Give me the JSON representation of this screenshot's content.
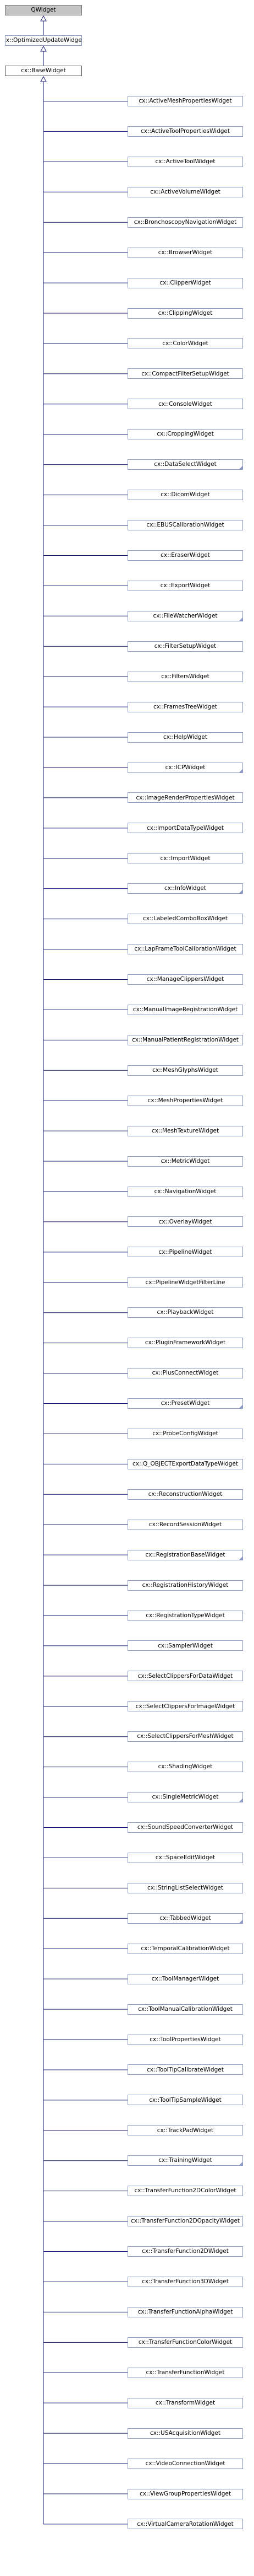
{
  "diagram": {
    "root": {
      "label": "QWidget"
    },
    "middle": {
      "label": "cx::OptimizedUpdateWidget"
    },
    "base": {
      "label": "cx::BaseWidget"
    },
    "children": [
      {
        "label": "cx::ActiveMeshPropertiesWidget",
        "inherited": false
      },
      {
        "label": "cx::ActiveToolPropertiesWidget",
        "inherited": false
      },
      {
        "label": "cx::ActiveToolWidget",
        "inherited": false
      },
      {
        "label": "cx::ActiveVolumeWidget",
        "inherited": false
      },
      {
        "label": "cx::BronchoscopyNavigationWidget",
        "inherited": false
      },
      {
        "label": "cx::BrowserWidget",
        "inherited": false
      },
      {
        "label": "cx::ClipperWidget",
        "inherited": false
      },
      {
        "label": "cx::ClippingWidget",
        "inherited": false
      },
      {
        "label": "cx::ColorWidget",
        "inherited": false
      },
      {
        "label": "cx::CompactFilterSetupWidget",
        "inherited": false
      },
      {
        "label": "cx::ConsoleWidget",
        "inherited": false
      },
      {
        "label": "cx::CroppingWidget",
        "inherited": false
      },
      {
        "label": "cx::DataSelectWidget",
        "inherited": true
      },
      {
        "label": "cx::DicomWidget",
        "inherited": false
      },
      {
        "label": "cx::EBUSCalibrationWidget",
        "inherited": false
      },
      {
        "label": "cx::EraserWidget",
        "inherited": false
      },
      {
        "label": "cx::ExportWidget",
        "inherited": false
      },
      {
        "label": "cx::FileWatcherWidget",
        "inherited": true
      },
      {
        "label": "cx::FilterSetupWidget",
        "inherited": false
      },
      {
        "label": "cx::FiltersWidget",
        "inherited": false
      },
      {
        "label": "cx::FramesTreeWidget",
        "inherited": false
      },
      {
        "label": "cx::HelpWidget",
        "inherited": false
      },
      {
        "label": "cx::ICPWidget",
        "inherited": true
      },
      {
        "label": "cx::ImageRenderPropertiesWidget",
        "inherited": false
      },
      {
        "label": "cx::ImportDataTypeWidget",
        "inherited": false
      },
      {
        "label": "cx::ImportWidget",
        "inherited": false
      },
      {
        "label": "cx::InfoWidget",
        "inherited": true
      },
      {
        "label": "cx::LabeledComboBoxWidget",
        "inherited": false
      },
      {
        "label": "cx::LapFrameToolCalibrationWidget",
        "inherited": false
      },
      {
        "label": "cx::ManageClippersWidget",
        "inherited": false
      },
      {
        "label": "cx::ManualImageRegistrationWidget",
        "inherited": false
      },
      {
        "label": "cx::ManualPatientRegistrationWidget",
        "inherited": false
      },
      {
        "label": "cx::MeshGlyphsWidget",
        "inherited": false
      },
      {
        "label": "cx::MeshPropertiesWidget",
        "inherited": false
      },
      {
        "label": "cx::MeshTextureWidget",
        "inherited": false
      },
      {
        "label": "cx::MetricWidget",
        "inherited": false
      },
      {
        "label": "cx::NavigationWidget",
        "inherited": false
      },
      {
        "label": "cx::OverlayWidget",
        "inherited": false
      },
      {
        "label": "cx::PipelineWidget",
        "inherited": false
      },
      {
        "label": "cx::PipelineWidgetFilterLine",
        "inherited": false
      },
      {
        "label": "cx::PlaybackWidget",
        "inherited": false
      },
      {
        "label": "cx::PluginFrameworkWidget",
        "inherited": false
      },
      {
        "label": "cx::PlusConnectWidget",
        "inherited": false
      },
      {
        "label": "cx::PresetWidget",
        "inherited": true
      },
      {
        "label": "cx::ProbeConfigWidget",
        "inherited": false
      },
      {
        "label": "cx::Q_OBJECTExportDataTypeWidget",
        "inherited": false
      },
      {
        "label": "cx::ReconstructionWidget",
        "inherited": false
      },
      {
        "label": "cx::RecordSessionWidget",
        "inherited": false
      },
      {
        "label": "cx::RegistrationBaseWidget",
        "inherited": true
      },
      {
        "label": "cx::RegistrationHistoryWidget",
        "inherited": false
      },
      {
        "label": "cx::RegistrationTypeWidget",
        "inherited": false
      },
      {
        "label": "cx::SamplerWidget",
        "inherited": false
      },
      {
        "label": "cx::SelectClippersForDataWidget",
        "inherited": false
      },
      {
        "label": "cx::SelectClippersForImageWidget",
        "inherited": false
      },
      {
        "label": "cx::SelectClippersForMeshWidget",
        "inherited": false
      },
      {
        "label": "cx::ShadingWidget",
        "inherited": false
      },
      {
        "label": "cx::SingleMetricWidget",
        "inherited": true
      },
      {
        "label": "cx::SoundSpeedConverterWidget",
        "inherited": false
      },
      {
        "label": "cx::SpaceEditWidget",
        "inherited": false
      },
      {
        "label": "cx::StringListSelectWidget",
        "inherited": false
      },
      {
        "label": "cx::TabbedWidget",
        "inherited": true
      },
      {
        "label": "cx::TemporalCalibrationWidget",
        "inherited": false
      },
      {
        "label": "cx::ToolManagerWidget",
        "inherited": false
      },
      {
        "label": "cx::ToolManualCalibrationWidget",
        "inherited": false
      },
      {
        "label": "cx::ToolPropertiesWidget",
        "inherited": false
      },
      {
        "label": "cx::ToolTipCalibrateWidget",
        "inherited": false
      },
      {
        "label": "cx::ToolTipSampleWidget",
        "inherited": false
      },
      {
        "label": "cx::TrackPadWidget",
        "inherited": false
      },
      {
        "label": "cx::TrainingWidget",
        "inherited": true
      },
      {
        "label": "cx::TransferFunction2DColorWidget",
        "inherited": false
      },
      {
        "label": "cx::TransferFunction2DOpacityWidget",
        "inherited": false
      },
      {
        "label": "cx::TransferFunction2DWidget",
        "inherited": false
      },
      {
        "label": "cx::TransferFunction3DWidget",
        "inherited": false
      },
      {
        "label": "cx::TransferFunctionAlphaWidget",
        "inherited": false
      },
      {
        "label": "cx::TransferFunctionColorWidget",
        "inherited": false
      },
      {
        "label": "cx::TransferFunctionWidget",
        "inherited": false
      },
      {
        "label": "cx::TransformWidget",
        "inherited": false
      },
      {
        "label": "cx::USAcquisitionWidget",
        "inherited": false
      },
      {
        "label": "cx::VideoConnectionWidget",
        "inherited": false
      },
      {
        "label": "cx::ViewGroupPropertiesWidget",
        "inherited": false
      },
      {
        "label": "cx::VirtualCameraRotationWidget",
        "inherited": false
      }
    ]
  },
  "colors": {
    "node_border": "#8d9bc6",
    "root_fill": "#c4c4c4",
    "edge": "#191970"
  }
}
